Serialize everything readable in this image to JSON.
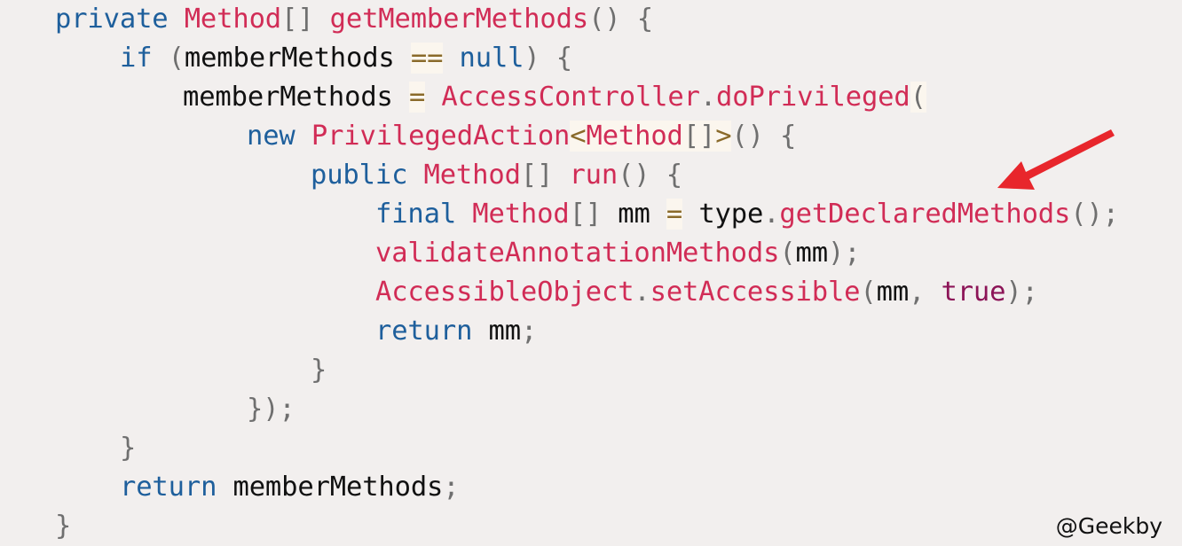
{
  "code": {
    "line1": {
      "kw_private": "private",
      "type_method": "Method",
      "brackets": "[]",
      "fn_name": "getMemberMethods",
      "tail": "() {"
    },
    "line2": {
      "kw_if": "if",
      "paren_open": "(",
      "var": "memberMethods",
      "op": "==",
      "kw_null": "null",
      "tail": ") {"
    },
    "line3": {
      "var": "memberMethods",
      "op": "=",
      "type": "AccessController",
      "dot": ".",
      "fn": "doPrivileged",
      "paren": "("
    },
    "line4": {
      "kw_new": "new",
      "type": "PrivilegedAction",
      "lt": "<",
      "generic_type": "Method",
      "generic_brackets": "[]",
      "gt": ">",
      "tail": "() {"
    },
    "line5": {
      "kw_public": "public",
      "type": "Method",
      "brackets": "[]",
      "fn": "run",
      "tail": "() {"
    },
    "line6": {
      "kw_final": "final",
      "type": "Method",
      "brackets": "[]",
      "var": "mm",
      "op": "=",
      "var2": "type",
      "dot": ".",
      "fn": "getDeclaredMethods",
      "tail": "();"
    },
    "line7": {
      "fn": "validateAnnotationMethods",
      "open": "(",
      "arg": "mm",
      "close": ");"
    },
    "line8": {
      "type": "AccessibleObject",
      "dot": ".",
      "fn": "setAccessible",
      "open": "(",
      "arg": "mm",
      "comma": ",",
      "bool": "true",
      "close": ");"
    },
    "line9": {
      "kw_return": "return",
      "var": "mm",
      "semi": ";"
    },
    "line10": {
      "brace": "}"
    },
    "line11": {
      "close": "});"
    },
    "line12": {
      "brace": "}"
    },
    "line13": {
      "kw_return": "return",
      "var": "memberMethods",
      "semi": ";"
    },
    "line14": {
      "brace": "}"
    }
  },
  "watermark": "@Geekby",
  "colors": {
    "background": "#f2efee",
    "keyword": "#1e5f9c",
    "type_and_method": "#d12c56",
    "identifier": "#111111",
    "operator": "#8a6a2a",
    "punctuation": "#6f6f6f",
    "boolean": "#8c1457",
    "arrow": "#e8262c"
  },
  "annotation": {
    "icon": "red-arrow-icon"
  }
}
